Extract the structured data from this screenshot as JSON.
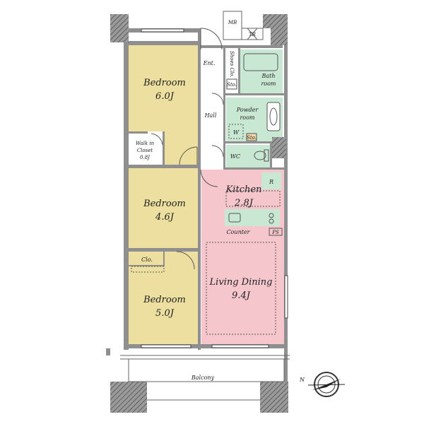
{
  "colors": {
    "bedroom": "#ecdf9f",
    "living": "#f5c7cd",
    "wet": "#c9e8d4",
    "wall": "#8f8f8f",
    "hatch": "#6b6b6b",
    "line": "#555555"
  },
  "rooms": {
    "bedroom1": {
      "name": "Bedroom",
      "size": "6.0J"
    },
    "bedroom2": {
      "name": "Bedroom",
      "size": "4.6J"
    },
    "bedroom3": {
      "name": "Bedroom",
      "size": "5.0J"
    },
    "walk_in": {
      "line1": "Walk in",
      "line2": "Closet",
      "size": "0.8J"
    },
    "clo": "Clo.",
    "kitchen": {
      "name": "Kitchen",
      "size": "2.8J"
    },
    "living": {
      "name": "Living Dining",
      "size": "9.4J"
    },
    "hall": "Hall",
    "ent": "Ent.",
    "shoes": "Shoes Clo.",
    "sto1": "Sto.",
    "sto2": "Sto.",
    "bath": {
      "line1": "Bath",
      "line2": "room"
    },
    "powder": {
      "line1": "Powder",
      "line2": "room"
    },
    "w": "W",
    "wc": "WC",
    "mb": "MB",
    "tr": "TR",
    "r": "R",
    "counter": "Counter",
    "ps": "PS",
    "balcony": "Balcony"
  },
  "compass": {
    "label": "N",
    "icon": "compass-icon"
  }
}
